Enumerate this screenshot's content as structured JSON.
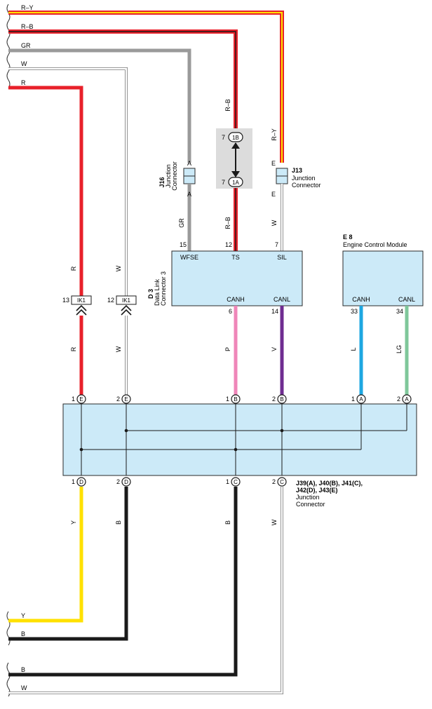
{
  "colors": {
    "R": "#e8202a",
    "Y": "#ffe100",
    "B": "#1a1a1a",
    "GR": "#9a9a9a",
    "W": "#ffffff",
    "P": "#ef86b9",
    "V": "#6f2c91",
    "L": "#1ea7e1",
    "LG": "#7fc79a",
    "box": "#cceaf8",
    "outline": "#2a2a2a",
    "highlight": "#dcdcdc"
  },
  "left_wires": [
    {
      "label": "R–Y"
    },
    {
      "label": "R–B"
    },
    {
      "label": "GR"
    },
    {
      "label": "W"
    },
    {
      "label": "R"
    },
    {
      "label": "Y"
    },
    {
      "label": "B"
    },
    {
      "label": "B"
    },
    {
      "label": "W"
    }
  ],
  "wire_labels": {
    "rb_top": "R–B",
    "ry": "R–Y",
    "gr": "GR",
    "rb_bot": "R–B",
    "w_bot": "W",
    "r1": "R",
    "r2": "R",
    "w1": "W",
    "w2": "W",
    "p": "P",
    "v": "V",
    "l": "L",
    "lg": "LG",
    "y_down": "Y",
    "b_down1": "B",
    "b_down2": "B",
    "w_down": "W"
  },
  "j16": {
    "code": "J16",
    "name_1": "Junction",
    "name_2": "Connector",
    "pin_top": "A",
    "pin_bot": "A"
  },
  "j13": {
    "code": "J13",
    "name_1": "Junction",
    "name_2": "Connector",
    "pin_top": "E",
    "pin_bot": "E"
  },
  "connector_1b": {
    "pin": "7",
    "id": "1B"
  },
  "connector_1a": {
    "pin": "7",
    "id": "1A"
  },
  "d3": {
    "code": "D 3",
    "name_1": "Data Link",
    "name_2": "Connector 3",
    "pins": [
      {
        "num": "15",
        "name": "WFSE"
      },
      {
        "num": "12",
        "name": "TS"
      },
      {
        "num": "7",
        "name": "SIL"
      },
      {
        "num": "6",
        "name": "CANH"
      },
      {
        "num": "14",
        "name": "CANL"
      }
    ]
  },
  "e8": {
    "code": "E 8",
    "name": "Engine Control Module",
    "pins": [
      {
        "num": "33",
        "name": "CANH"
      },
      {
        "num": "34",
        "name": "CANL"
      }
    ]
  },
  "ik1_left": {
    "pin": "13",
    "id": "IK1"
  },
  "ik1_right": {
    "pin": "12",
    "id": "IK1"
  },
  "junction": {
    "line_1": "J39(A), J40(B), J41(C),",
    "line_2": "J42(D), J43(E)",
    "name_1": "Junction",
    "name_2": "Connector",
    "top_pins": [
      {
        "num": "1",
        "id": "E"
      },
      {
        "num": "2",
        "id": "E"
      },
      {
        "num": "1",
        "id": "B"
      },
      {
        "num": "2",
        "id": "B"
      },
      {
        "num": "1",
        "id": "A"
      },
      {
        "num": "2",
        "id": "A"
      }
    ],
    "bottom_pins": [
      {
        "num": "1",
        "id": "D"
      },
      {
        "num": "2",
        "id": "D"
      },
      {
        "num": "1",
        "id": "C"
      },
      {
        "num": "2",
        "id": "C"
      }
    ]
  }
}
